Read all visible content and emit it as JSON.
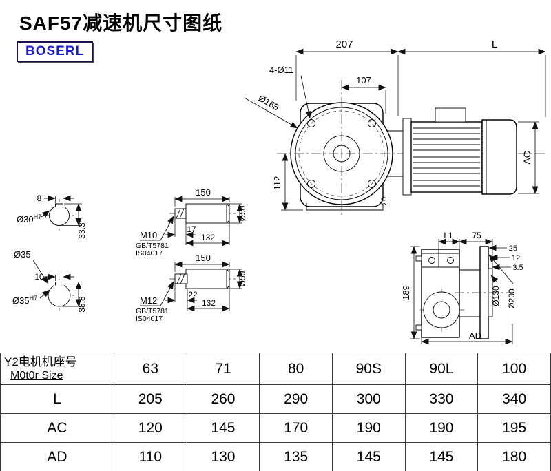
{
  "page": {
    "title": "SAF57减速机尺寸图纸",
    "logo": "BOSERL"
  },
  "main_view": {
    "dim_top_left": "207",
    "dim_top_right": "L",
    "bolt_holes": "4-Ø11",
    "dim_107": "107",
    "flange_dia": "Ø165",
    "dim_112": "112",
    "dim_ac": "AC",
    "dim_20": "20"
  },
  "bore_sections": {
    "top": {
      "key_width": "8",
      "bore": "Ø30",
      "tol": "H7",
      "key_height": "33.3"
    },
    "mid_label": "Ø35",
    "bottom": {
      "key_width": "10",
      "bore": "Ø35",
      "tol": "H7",
      "key_height": "38.8"
    }
  },
  "shaft_top": {
    "len": "150",
    "thread": "M10",
    "stub": "17",
    "body": "132",
    "dia": "Ø50",
    "std1": "GB/T5781",
    "std2": "IS04017"
  },
  "shaft_bottom": {
    "len": "150",
    "thread": "M12",
    "stub": "22",
    "body": "132",
    "dia": "Ø50",
    "std1": "GB/T5781",
    "std2": "IS04017"
  },
  "side_view": {
    "dim_l1": "L1",
    "dim_75": "75",
    "dim_25": "25",
    "dim_12": "12",
    "dim_3_5": "3.5",
    "dim_189": "189",
    "dia_130": "Ø130",
    "dia_200": "Ø200",
    "dim_ad": "AD"
  },
  "table": {
    "header": {
      "line1": "Y2电机机座号",
      "line2": "M0t0r Size"
    },
    "columns": [
      "63",
      "71",
      "80",
      "90S",
      "90L",
      "100"
    ],
    "rows": [
      {
        "label": "L",
        "values": [
          "205",
          "260",
          "290",
          "300",
          "330",
          "340"
        ]
      },
      {
        "label": "AC",
        "values": [
          "120",
          "145",
          "170",
          "190",
          "190",
          "195"
        ]
      },
      {
        "label": "AD",
        "values": [
          "110",
          "130",
          "135",
          "145",
          "145",
          "180"
        ]
      }
    ]
  }
}
